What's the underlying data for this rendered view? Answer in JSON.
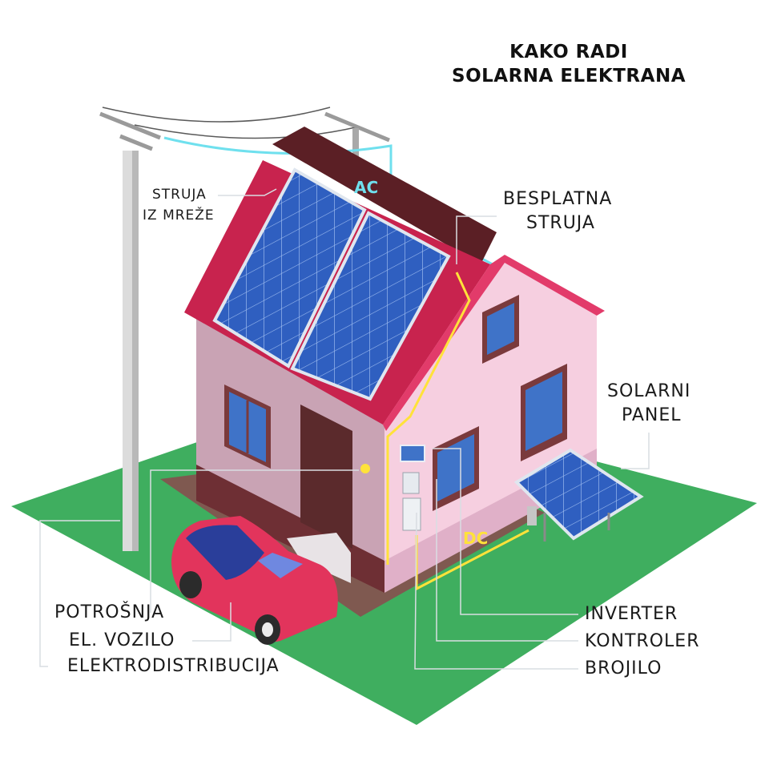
{
  "title": {
    "line1": "KAKO RADI",
    "line2": "SOLARNA ELEKTRANA"
  },
  "labels": {
    "grid_power_1": "STRUJA",
    "grid_power_2": "IZ MREŽE",
    "free_power_1": "BESPLATNA",
    "free_power_2": "STRUJA",
    "solar_panel_1": "SOLARNI",
    "solar_panel_2": "PANEL",
    "consumption": "POTROŠNJA",
    "ev": "EL. VOZILO",
    "distribution": "ELEKTRODISTRIBUCIJA",
    "inverter": "INVERTER",
    "controller": "KONTROLER",
    "meter": "BROJILO",
    "ac": "AC",
    "dc": "DC"
  },
  "colors": {
    "ground": "#3fae5f",
    "roof": "#c8234e",
    "roof_dark": "#5b1f25",
    "wall_left": "#c9a3b4",
    "wall_right": "#f6cfe0",
    "base": "#6e2f34",
    "panel": "#2f5fc0",
    "ac_wire": "#6fe0ee",
    "dc_wire": "#ffe23a",
    "car": "#e2345c",
    "leader_line": "#d9dde2"
  }
}
